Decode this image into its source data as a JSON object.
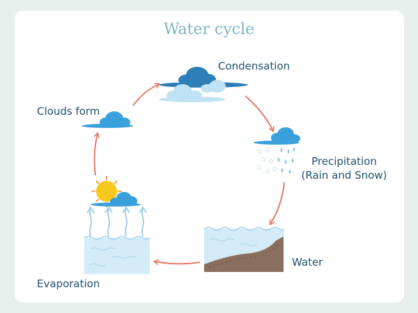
{
  "title": "Water cycle",
  "stages": {
    "condensation": "Condensation",
    "precipitation_line1": "Precipitation",
    "precipitation_line2": "(Rain and Snow)",
    "water": "Water",
    "evaporation": "Evaporation",
    "clouds_form": "Clouds form"
  },
  "colors": {
    "background": "#e7f0ec",
    "card": "#ffffff",
    "title": "#7fb3cc",
    "label": "#1f4f6e",
    "arrow": "#e57b67",
    "cloud_dark": "#2e7fb8",
    "cloud_mid": "#39a0dc",
    "cloud_light": "#bfe3f5",
    "water": "#d4ecf7",
    "sun": "#f7c81e",
    "soil": "#8a6f5c"
  },
  "icons": [
    "cloud-icon",
    "rain-snow-icon",
    "sun-icon",
    "water-tank-icon",
    "riverbank-icon",
    "arrow-icon"
  ]
}
